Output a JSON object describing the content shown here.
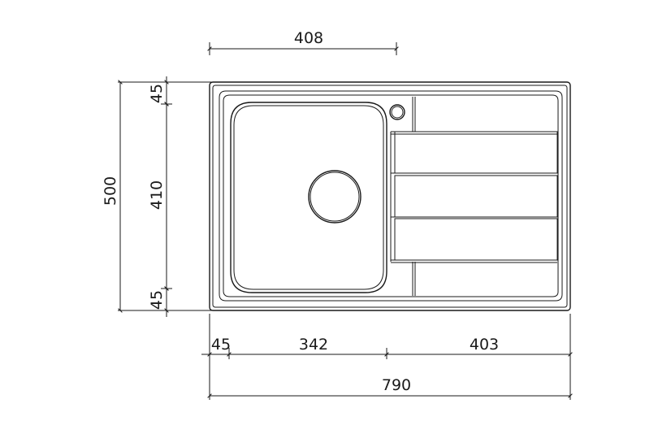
{
  "dimensions": {
    "top_width": "408",
    "overall_height": "500",
    "inner_height": "410",
    "top_rim": "45",
    "bottom_rim": "45",
    "left_rim": "45",
    "bowl_width": "342",
    "drainer_width": "403",
    "overall_width": "790"
  }
}
